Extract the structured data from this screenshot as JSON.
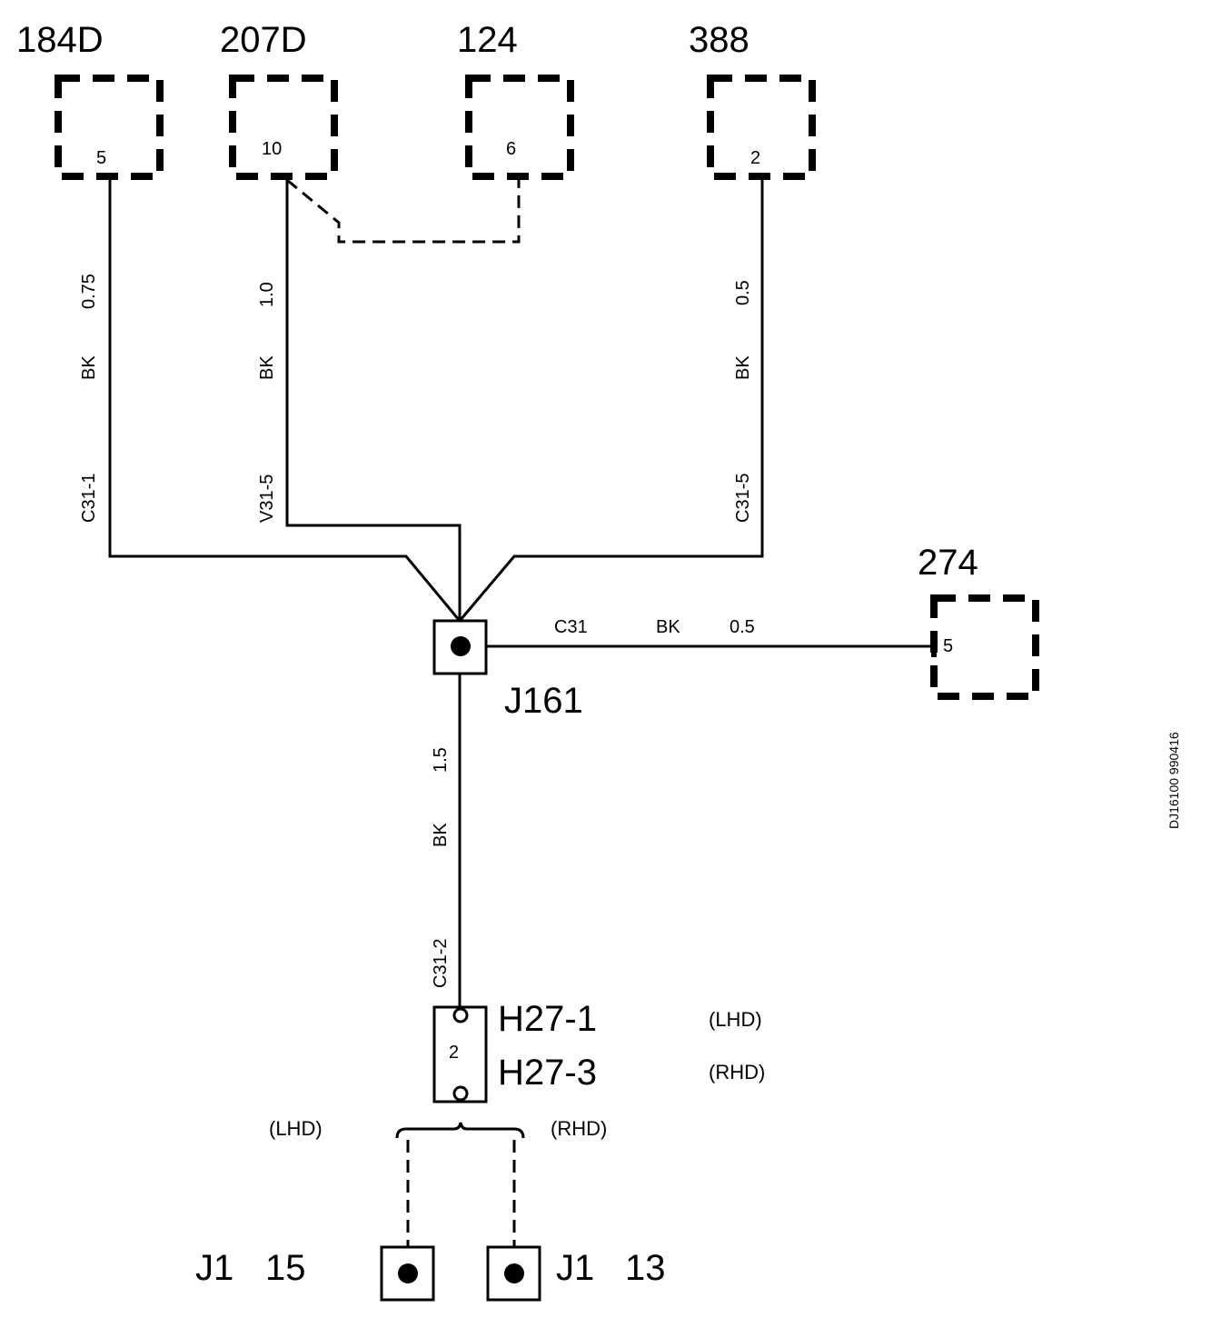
{
  "components": {
    "c184d": {
      "label": "184D",
      "pin": "5"
    },
    "c207d": {
      "label": "207D",
      "pin": "10"
    },
    "c124": {
      "label": "124",
      "pin": "6"
    },
    "c388": {
      "label": "388",
      "pin": "2"
    },
    "c274": {
      "label": "274",
      "pin": "5"
    }
  },
  "wires": {
    "w184d": {
      "id": "C31-1",
      "color": "BK",
      "gauge": "0.75"
    },
    "w207d": {
      "id": "V31-5",
      "color": "BK",
      "gauge": "1.0"
    },
    "w388": {
      "id": "C31-5",
      "color": "BK",
      "gauge": "0.5"
    },
    "w274": {
      "id": "C31",
      "color": "BK",
      "gauge": "0.5"
    },
    "wdown": {
      "id": "C31-2",
      "color": "BK",
      "gauge": "1.5"
    }
  },
  "splice": {
    "label": "J161"
  },
  "connector": {
    "label1": "H27-1",
    "label2": "H27-3",
    "pin": "2",
    "note1": "(LHD)",
    "note2": "(RHD)"
  },
  "branch": {
    "left": "(LHD)",
    "right": "(RHD)"
  },
  "grounds": {
    "left": {
      "name": "J1",
      "num": "15"
    },
    "right": {
      "name": "J1",
      "num": "13"
    }
  },
  "drawing_id": "DJ16100 990416"
}
